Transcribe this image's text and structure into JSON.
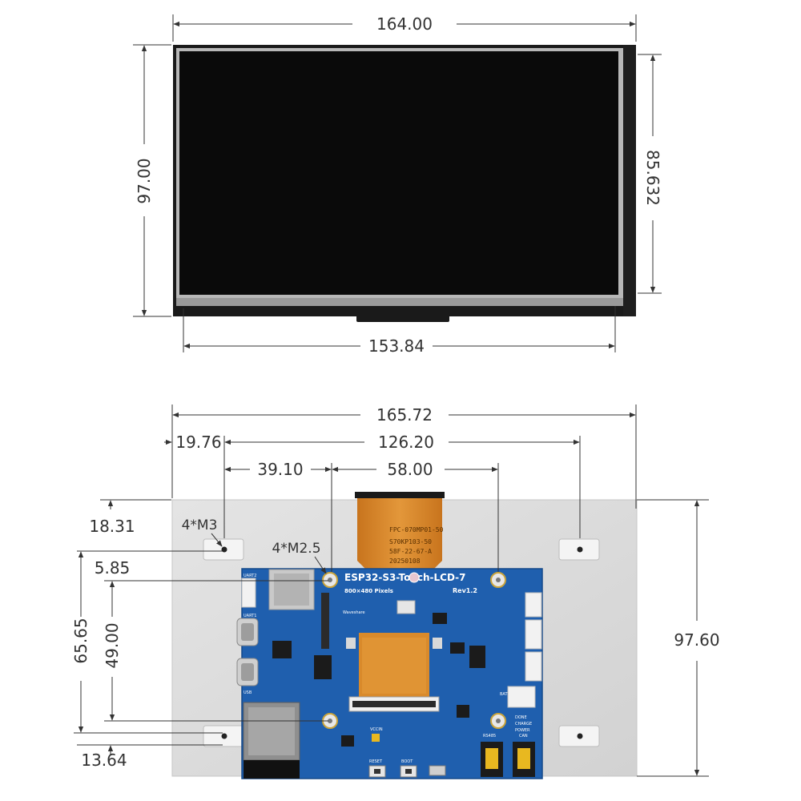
{
  "top_view": {
    "overall_width": "164.00",
    "overall_height": "97.00",
    "active_height": "85.632",
    "active_width": "153.84"
  },
  "bottom_view": {
    "overall_width": "165.72",
    "hole_offset_left": "19.76",
    "hole_span_m3": "126.20",
    "hole_offset_m25": "39.10",
    "hole_span_m25": "58.00",
    "hole_offset_top": "18.31",
    "m3_label": "4*M3",
    "m25_label": "4*M2.5",
    "pcb_offset_top": "5.85",
    "vertical_m3_span": "65.65",
    "vertical_m25_span": "49.00",
    "overall_height": "97.60",
    "bottom_offset": "13.64"
  },
  "pcb": {
    "board_name": "ESP32-S3-Touch-LCD-7",
    "resolution": "800×480 Pixels",
    "revision": "Rev1.2",
    "fpc_lines": [
      "FPC-070MP01-50",
      "S70KP103-50",
      "58F-22-67-A",
      "20250108"
    ],
    "labels": [
      "UART2",
      "UART1",
      "USB",
      "VCCIN",
      "RESET",
      "BOOT",
      "DONE",
      "CHARGE",
      "POWER",
      "RS485",
      "CAN",
      "Waveshare",
      "BAT"
    ]
  },
  "colors": {
    "line": "#333333",
    "bezel": "#1a1a1a",
    "screen": "#0a0a0a",
    "back_panel": "#dddddd",
    "pcb": "#1f5fae",
    "fpc": "#d98a2b"
  }
}
